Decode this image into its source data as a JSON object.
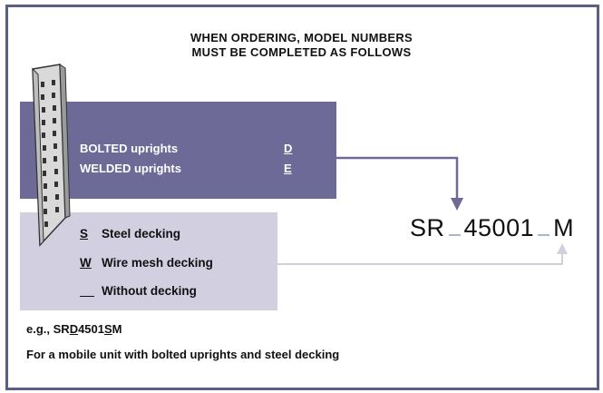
{
  "heading": {
    "line1": "WHEN ORDERING, MODEL NUMBERS",
    "line2": "MUST BE COMPLETED AS FOLLOWS"
  },
  "uprights": [
    {
      "label": "BOLTED uprights",
      "code": "D"
    },
    {
      "label": "WELDED uprights",
      "code": "E"
    }
  ],
  "decking": [
    {
      "code": "S",
      "label": "Steel decking"
    },
    {
      "code": "W",
      "label": "Wire mesh decking"
    },
    {
      "code": "",
      "label": "Without decking"
    }
  ],
  "model": {
    "part1": "SR",
    "part2": "45001",
    "part3": "M"
  },
  "example": {
    "prefix": "e.g., SR",
    "code1": "D",
    "middle": "4501",
    "code2": "S",
    "suffix": "M"
  },
  "note": "For a mobile unit with bolted uprights and steel decking",
  "colors": {
    "border": "#5b5f86",
    "upright_panel": "#6e6a98",
    "decking_panel": "#d1cfe0",
    "arrow_dark": "#6e6a98",
    "arrow_light": "#d1cfe0"
  },
  "illustration": {
    "icon": "upright-post-icon"
  }
}
